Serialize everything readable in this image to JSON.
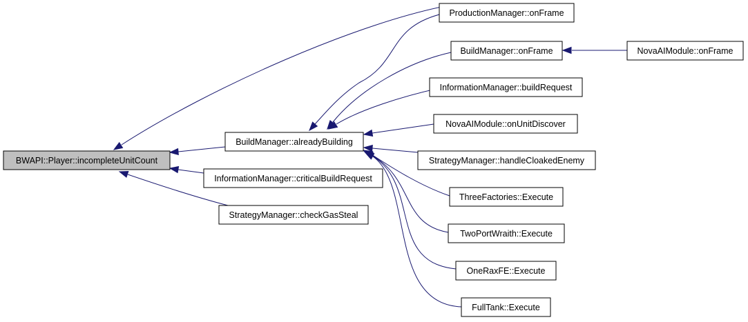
{
  "graph": {
    "edge_color": "#191970",
    "node_fill": "#ffffff",
    "root_fill": "#bfbfbf",
    "nodes": [
      {
        "id": "incomplete",
        "label": "BWAPI::Player::incompleteUnitCount",
        "root": true
      },
      {
        "id": "already",
        "label": "BuildManager::alreadyBuilding"
      },
      {
        "id": "critical",
        "label": "InformationManager::criticalBuildRequest"
      },
      {
        "id": "gassteal",
        "label": "StrategyManager::checkGasSteal"
      },
      {
        "id": "prod_onframe",
        "label": "ProductionManager::onFrame"
      },
      {
        "id": "build_onframe",
        "label": "BuildManager::onFrame"
      },
      {
        "id": "nova_onframe",
        "label": "NovaAIModule::onFrame"
      },
      {
        "id": "buildreq",
        "label": "InformationManager::buildRequest"
      },
      {
        "id": "discover",
        "label": "NovaAIModule::onUnitDiscover"
      },
      {
        "id": "cloaked",
        "label": "StrategyManager::handleCloakedEnemy"
      },
      {
        "id": "threefac",
        "label": "ThreeFactories::Execute"
      },
      {
        "id": "twoport",
        "label": "TwoPortWraith::Execute"
      },
      {
        "id": "oneraxfe",
        "label": "OneRaxFE::Execute"
      },
      {
        "id": "fulltank",
        "label": "FullTank::Execute"
      }
    ],
    "edges": [
      {
        "from": "already",
        "to": "incomplete"
      },
      {
        "from": "critical",
        "to": "incomplete"
      },
      {
        "from": "gassteal",
        "to": "incomplete"
      },
      {
        "from": "prod_onframe",
        "to": "incomplete"
      },
      {
        "from": "prod_onframe",
        "to": "already"
      },
      {
        "from": "build_onframe",
        "to": "already"
      },
      {
        "from": "nova_onframe",
        "to": "build_onframe"
      },
      {
        "from": "buildreq",
        "to": "already"
      },
      {
        "from": "discover",
        "to": "already"
      },
      {
        "from": "cloaked",
        "to": "already"
      },
      {
        "from": "threefac",
        "to": "already"
      },
      {
        "from": "twoport",
        "to": "already"
      },
      {
        "from": "oneraxfe",
        "to": "already"
      },
      {
        "from": "fulltank",
        "to": "already"
      }
    ]
  }
}
